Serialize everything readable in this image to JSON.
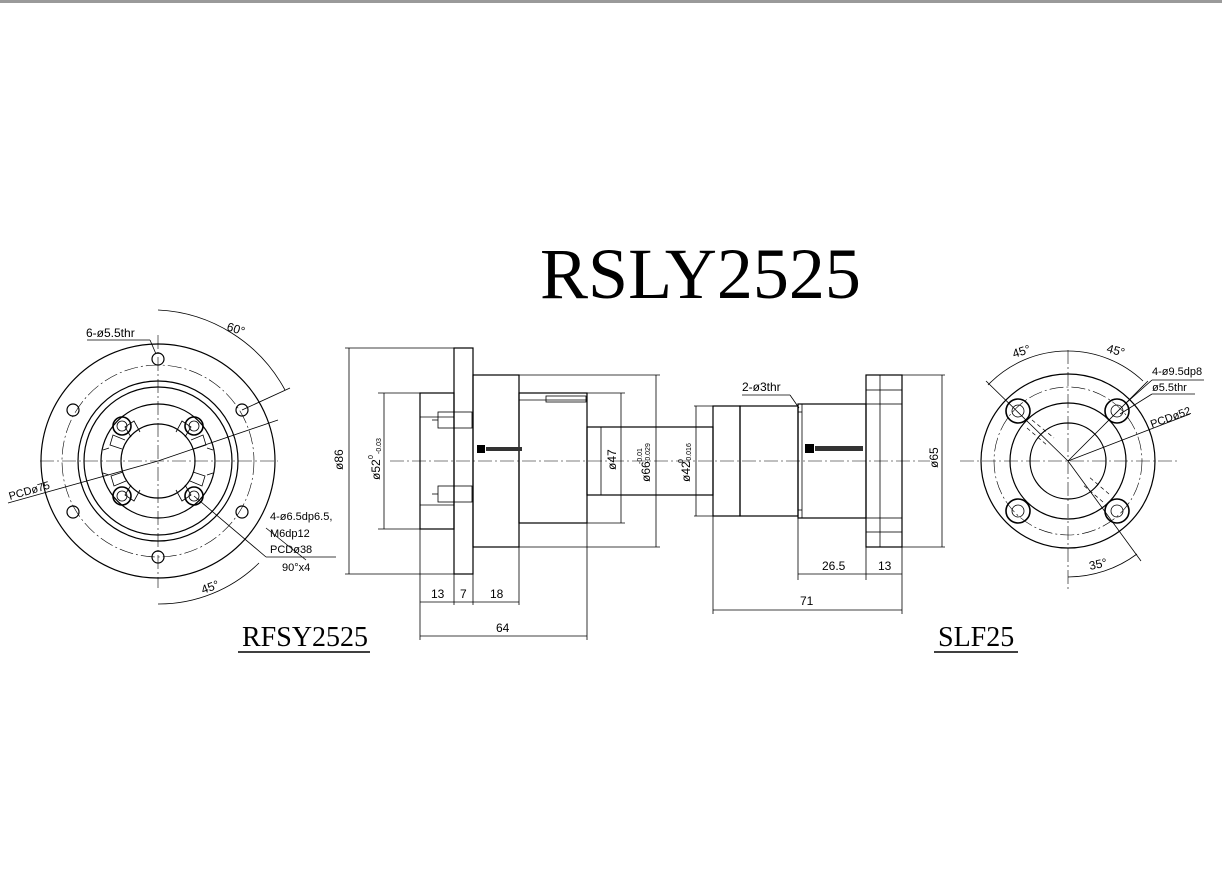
{
  "title": "RSLY2525",
  "left_view": {
    "label": "RFSY2525",
    "callout_holes": "6-ø5.5thr",
    "angle_top": "60°",
    "angle_bottom": "45°",
    "pcd": "PCDø75",
    "note_line1": "4-ø6.5dp6.5,",
    "note_line2": "M6dp12",
    "note_line3": "PCDø38",
    "note_line4": "90°x4"
  },
  "center_view": {
    "dia_86": "ø86",
    "dia_52": "ø52",
    "dia_52_tol_up": "0",
    "dia_52_tol_low": "-0.03",
    "dia_47": "ø47",
    "dia_66": "ø66",
    "dia_66_tol_up": "-0.01",
    "dia_66_tol_low": "-0.029",
    "dia_42": "ø42",
    "dia_42_tol_up": "0",
    "dia_42_tol_low": "-0.016",
    "dim_13": "13",
    "dim_7": "7",
    "dim_18": "18",
    "dim_64": "64",
    "callout_2holes": "2-ø3thr",
    "dia_65": "ø65",
    "dim_26_5": "26.5",
    "dim_13b": "13",
    "dim_71": "71"
  },
  "right_view": {
    "label": "SLF25",
    "angle_left": "45°",
    "angle_right": "45°",
    "angle_bottom": "35°",
    "note_line1": "4-ø9.5dp8",
    "note_line2": "ø5.5thr",
    "pcd": "PCDø52"
  }
}
